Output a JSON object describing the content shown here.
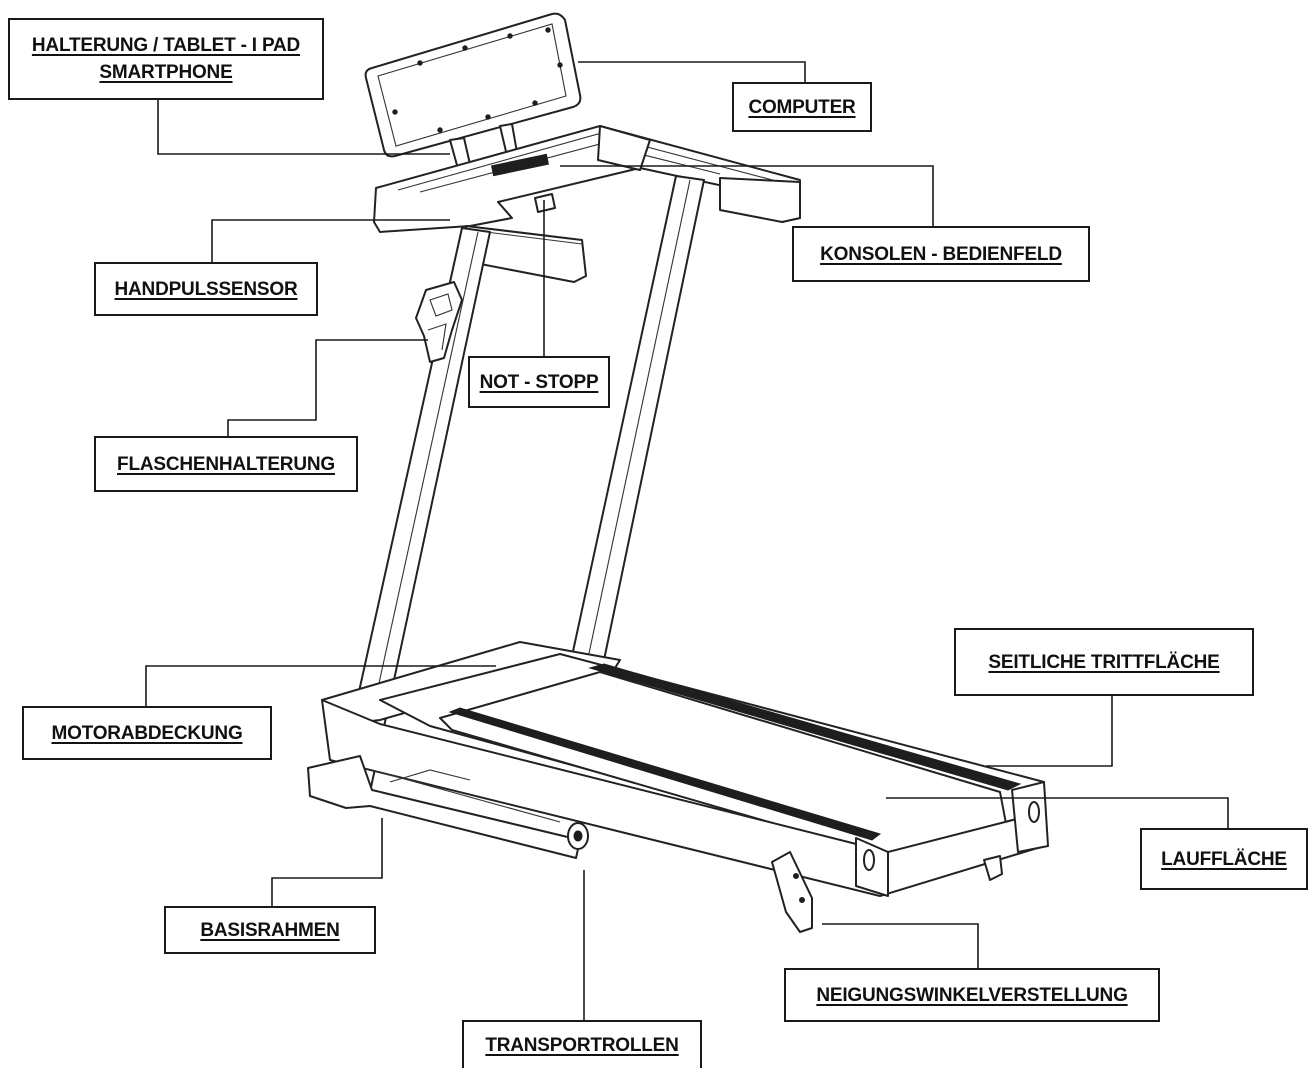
{
  "labels": {
    "holder_line1": "HALTERUNG / TABLET - I PAD",
    "holder_line2": "SMARTPHONE",
    "computer": "COMPUTER",
    "console_panel": "KONSOLEN - BEDIENFELD",
    "hand_pulse_sensor": "HANDPULSSENSOR",
    "emergency_stop": "NOT - STOPP",
    "bottle_holder": "FLASCHENHALTERUNG",
    "motor_cover": "MOTORABDECKUNG",
    "side_step": "SEITLICHE TRITTFLÄCHE",
    "running_surface": "LAUFFLÄCHE",
    "base_frame": "BASISRAHMEN",
    "incline_adjustment": "NEIGUNGSWINKELVERSTELLUNG",
    "transport_wheels": "TRANSPORTROLLEN"
  },
  "colors": {
    "line": "#1a1a1a",
    "background": "#ffffff"
  }
}
